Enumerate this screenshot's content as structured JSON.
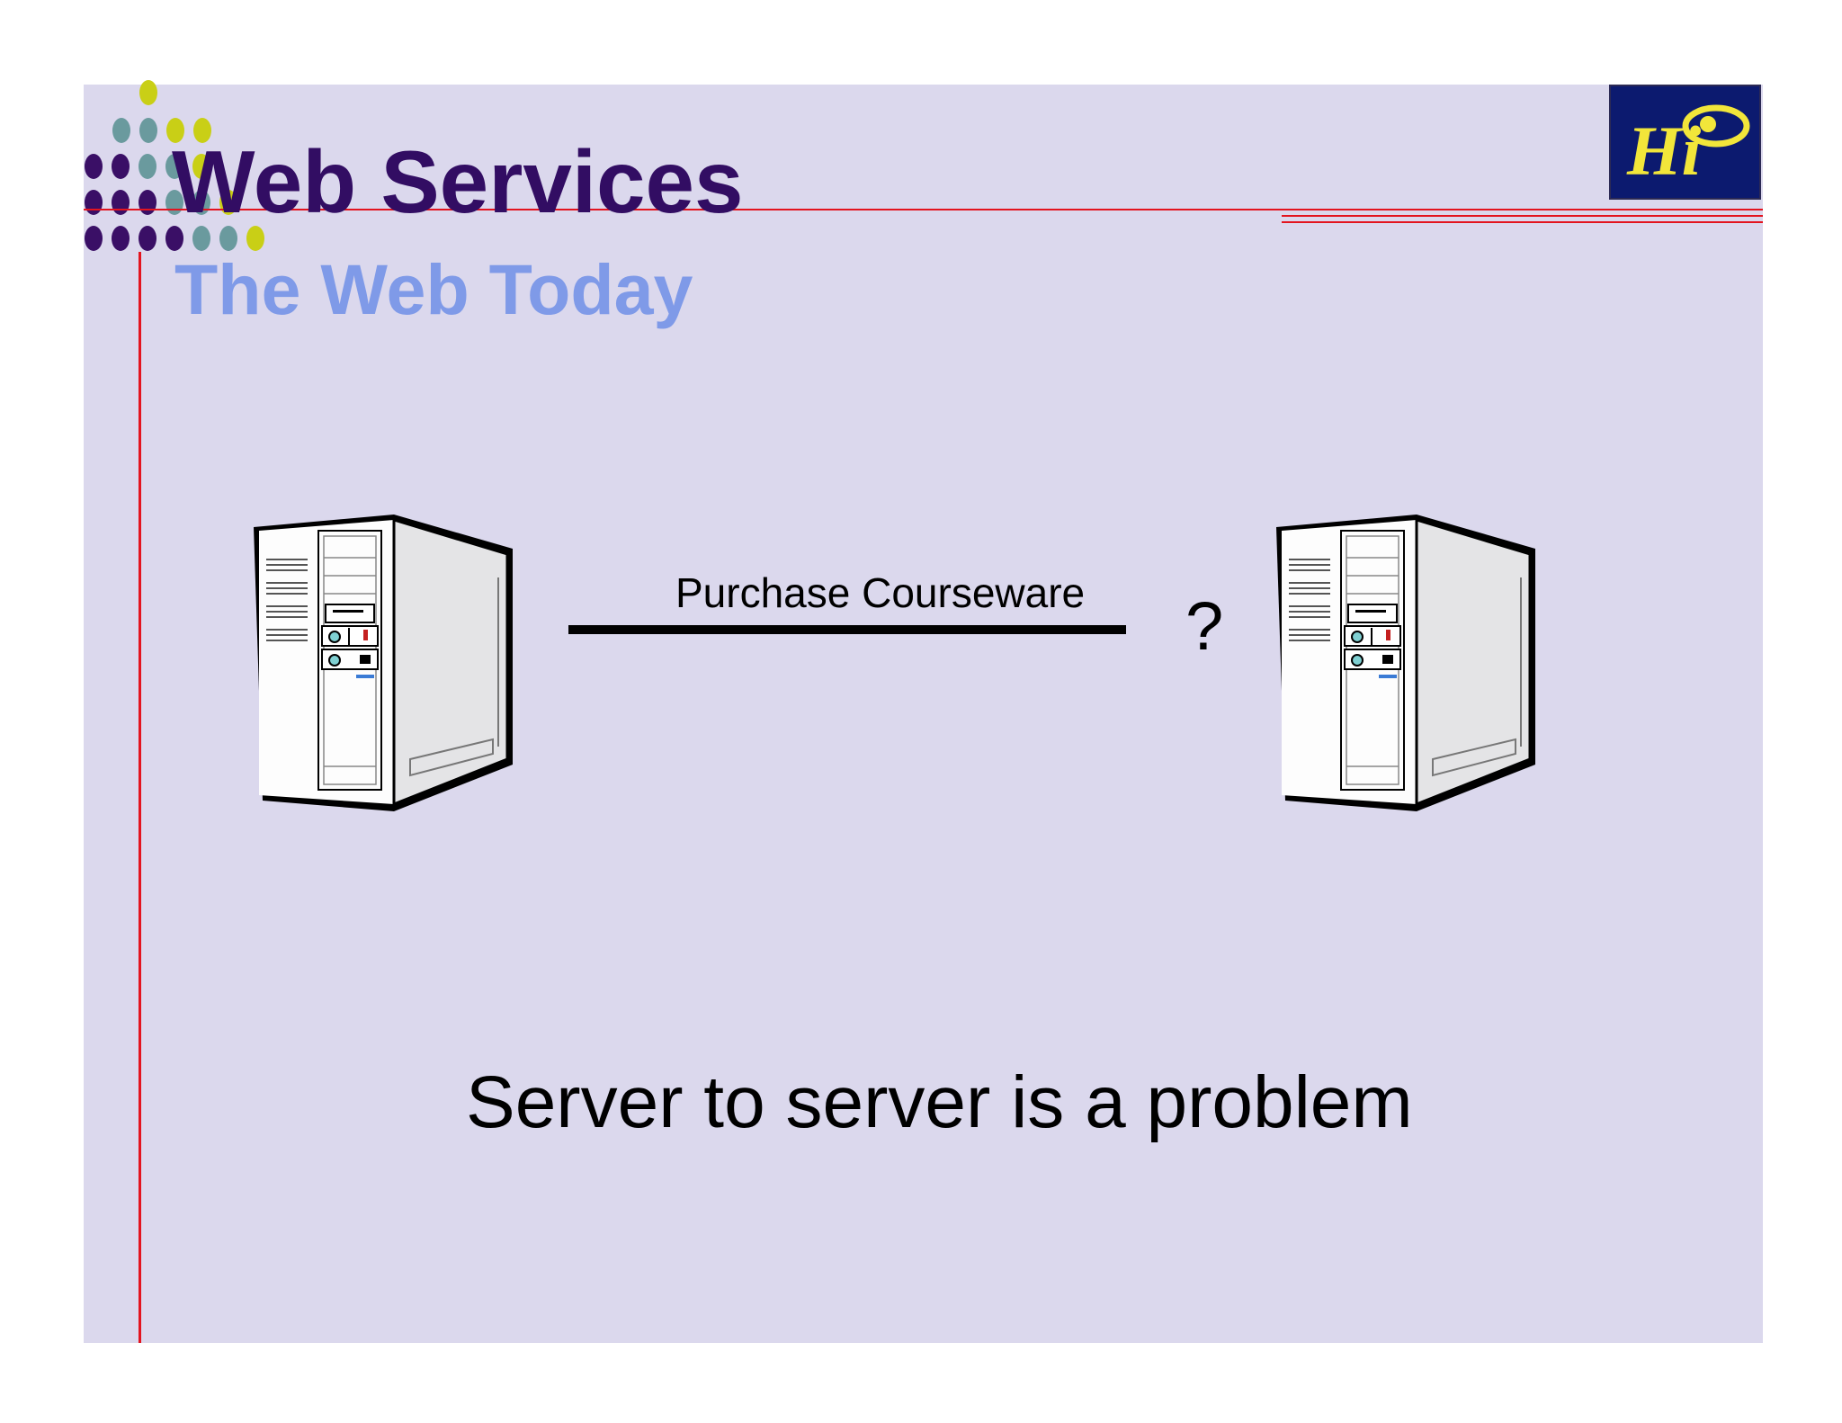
{
  "slide": {
    "title": "Web Services",
    "subtitle": "The Web Today",
    "logo_icon": "hi-logo-icon",
    "colors": {
      "background": "#dbd8ed",
      "title": "#320d63",
      "subtitle": "#7f9ae8",
      "accent_line": "#e3141f",
      "logo_bg": "#0c1a6f",
      "logo_fg": "#f2e63a"
    }
  },
  "diagram": {
    "left_node_icon": "server-icon",
    "right_node_icon": "server-icon",
    "connection_label": "Purchase Courseware",
    "unknown_mark": "?",
    "caption": "Server to server is a problem"
  }
}
